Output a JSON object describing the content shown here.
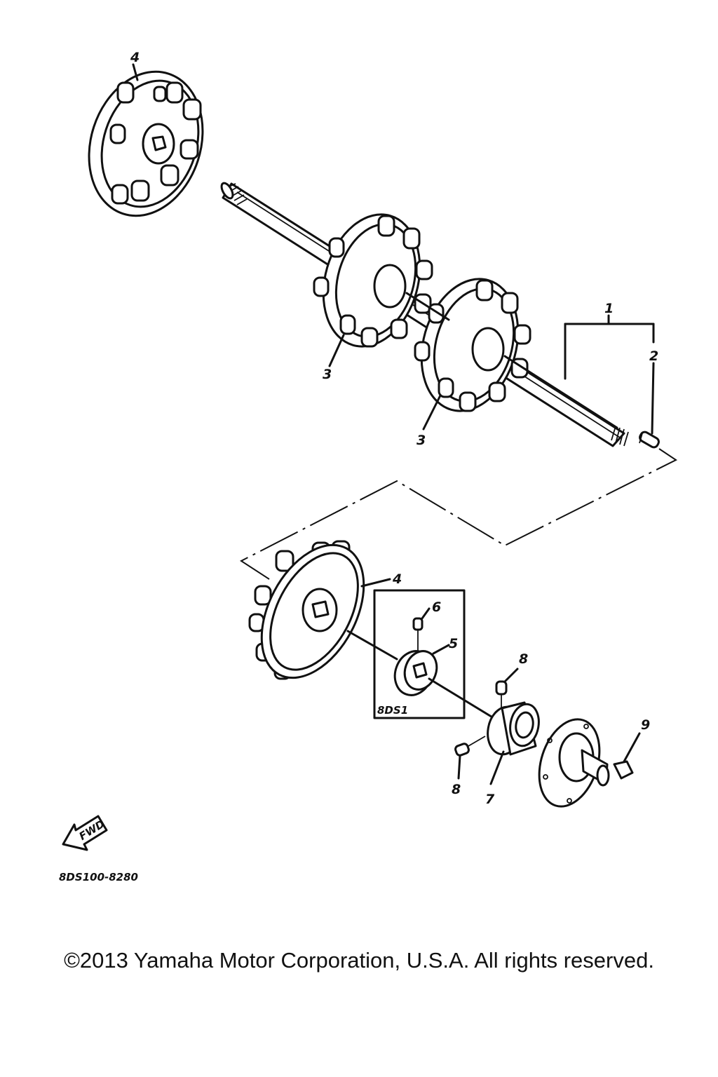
{
  "callouts": {
    "shaft_assembly": "1",
    "plug": "2",
    "sprocket_upper": "3",
    "sprocket_lower": "3",
    "wheel_top": "4",
    "wheel_bottom": "4",
    "collar": "5",
    "set_screw_top": "6",
    "bearing": "7",
    "set_screw_right": "8",
    "set_screw_left": "8",
    "nut": "9"
  },
  "kit_box_label": "8DS1",
  "fwd_label": "FWD",
  "diagram_code": "8DS100-8280",
  "copyright": "©2013 Yamaha Motor Corporation, U.S.A. All rights reserved."
}
